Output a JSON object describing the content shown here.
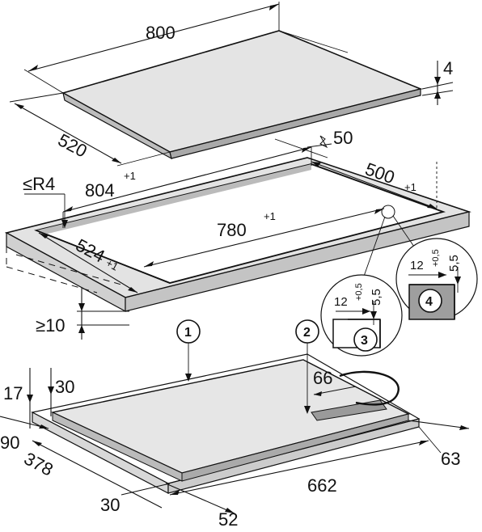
{
  "colors": {
    "surface": "#e3e3e3",
    "cutout_face": "#cfcfcf",
    "dark": "#111111",
    "detail_fill": "#9e9e9e"
  },
  "hob_top": {
    "width": "800",
    "depth": "520",
    "thickness": "4"
  },
  "cutout": {
    "outer_width": "804",
    "outer_width_tol": "+1",
    "outer_depth": "500",
    "outer_depth_tol": "+1",
    "inner_width": "780",
    "inner_width_tol": "+1",
    "inner_depth": "524",
    "inner_depth_tol": "+1",
    "corner_radius": "≤R4",
    "rear_gap": "50",
    "front_min": "≥10"
  },
  "details": {
    "d3": {
      "number": "3",
      "width": "12",
      "tol": "+0,5",
      "height": "5,5"
    },
    "d4": {
      "number": "4",
      "width": "12",
      "tol": "+0,5",
      "height": "5,5"
    }
  },
  "callouts": {
    "c1": "1",
    "c2": "2"
  },
  "underside": {
    "height_total": "17",
    "height_body": "30",
    "conn_box": "66",
    "left_offset": "90",
    "left_depth": "378",
    "front_offset": "30",
    "front_width": "662",
    "front_right": "52",
    "right_offset": "63"
  }
}
